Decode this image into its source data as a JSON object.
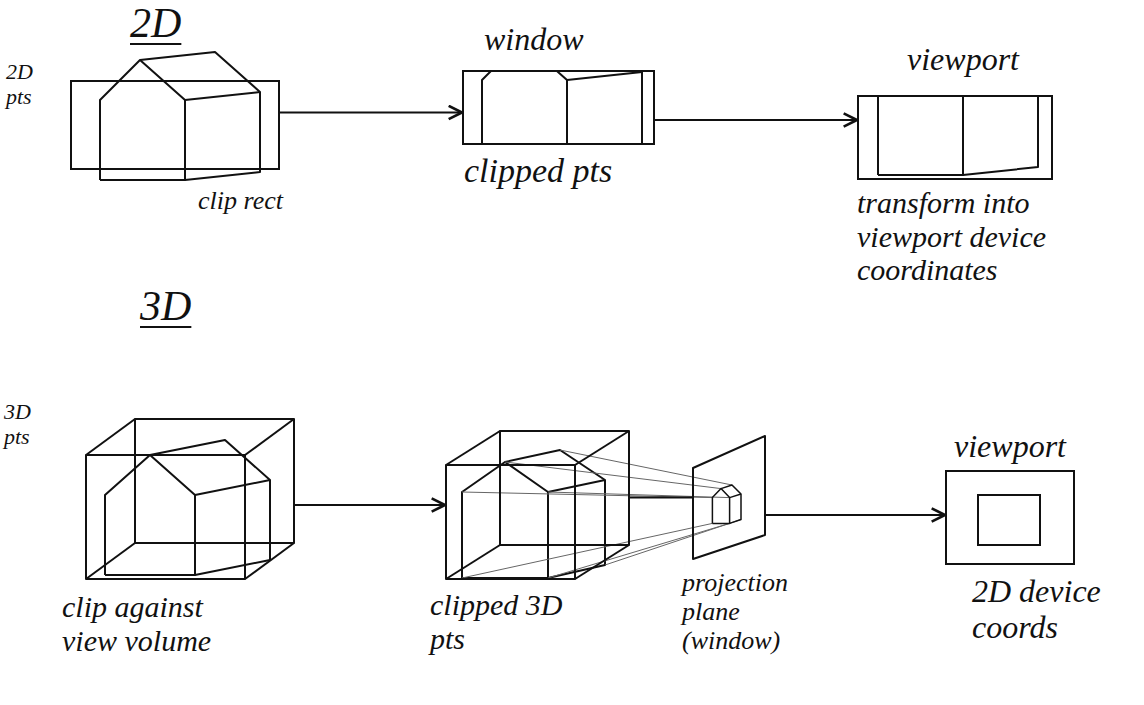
{
  "diagram": {
    "nodes": [
      {
        "text": [
          "2D pts",
          "clip rect"
        ]
      },
      {
        "text": [
          "window",
          "clipped pts"
        ]
      },
      {
        "text": [
          "viewport",
          "transform into viewport device coordinates"
        ]
      },
      {
        "text": [
          "3D pts",
          "clip against view volume"
        ]
      },
      {
        "text": [
          "clipped 3D pts"
        ]
      },
      {
        "text": [
          "projection plane (window)"
        ]
      },
      {
        "text": [
          "viewport",
          "2D device coords"
        ]
      }
    ],
    "edges": [
      {
        "from": 0,
        "to": 1,
        "arrow": "to"
      },
      {
        "from": 1,
        "to": 2,
        "arrow": "to"
      },
      {
        "from": 3,
        "to": 4,
        "arrow": "to"
      },
      {
        "from": 4,
        "to": 5,
        "arrow": "none"
      },
      {
        "from": 5,
        "to": 6,
        "arrow": "to"
      }
    ],
    "labels": [
      "2D",
      "3D"
    ]
  }
}
